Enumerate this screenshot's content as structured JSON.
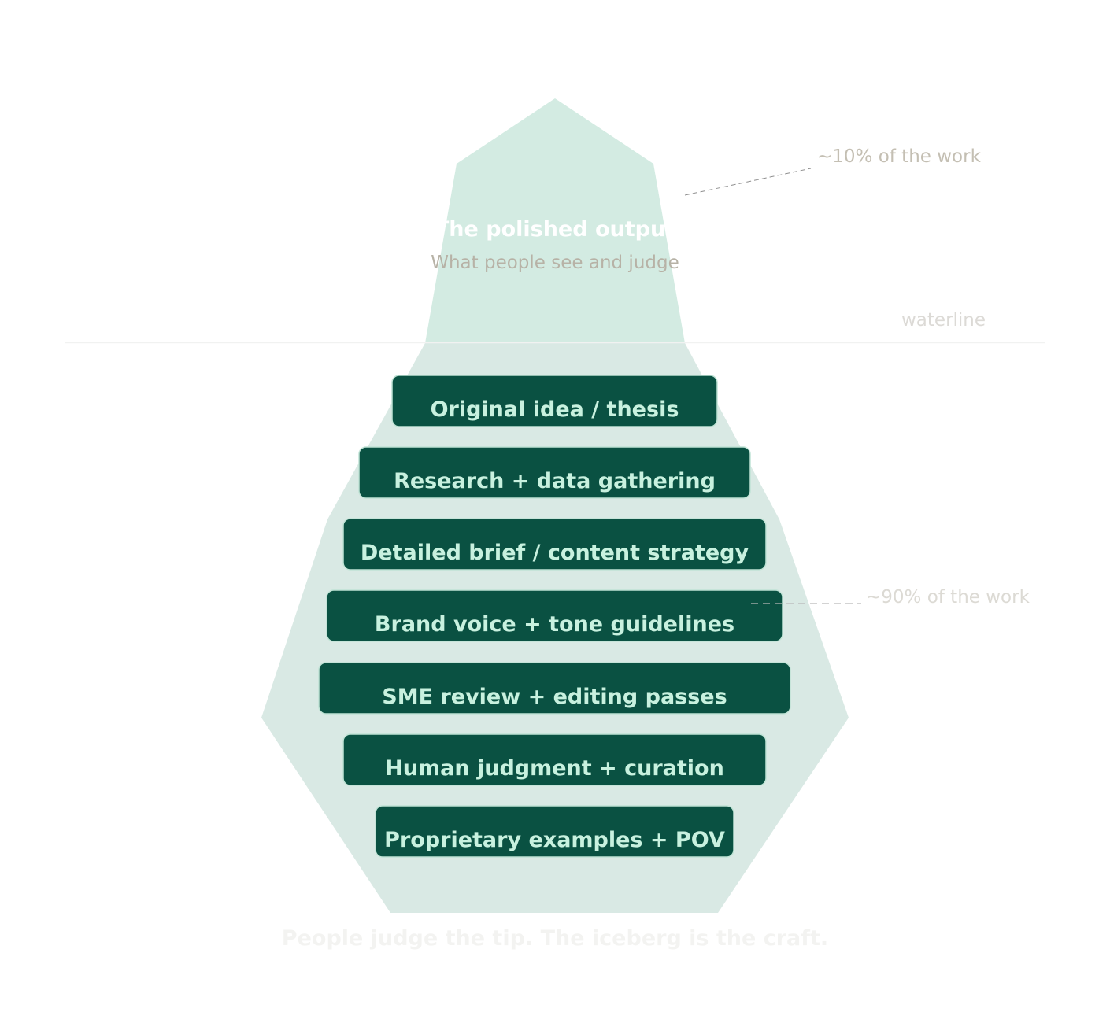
{
  "colors": {
    "iceberg_above": "#d3ebe2",
    "iceberg_below": "#d9e9e4",
    "layer_fill": "#0a5142",
    "layer_text": "#c8f1df",
    "tip_title": "#ffffff",
    "muted_text": "#c4bfb3",
    "waterline": "#f1f2f1"
  },
  "tip": {
    "title": "The polished output",
    "subtitle": "What people see and judge"
  },
  "annotations": {
    "above_pct": "~10% of the work",
    "below_pct": "~90% of the work",
    "waterline": "waterline"
  },
  "layers": [
    {
      "label": "Original idea / thesis"
    },
    {
      "label": "Research + data gathering"
    },
    {
      "label": "Detailed brief / content strategy"
    },
    {
      "label": "Brand voice + tone guidelines"
    },
    {
      "label": "SME review + editing passes"
    },
    {
      "label": "Human judgment + curation"
    },
    {
      "label": "Proprietary examples + POV"
    }
  ],
  "footer": {
    "caption": "People judge the tip. The iceberg is the craft."
  }
}
